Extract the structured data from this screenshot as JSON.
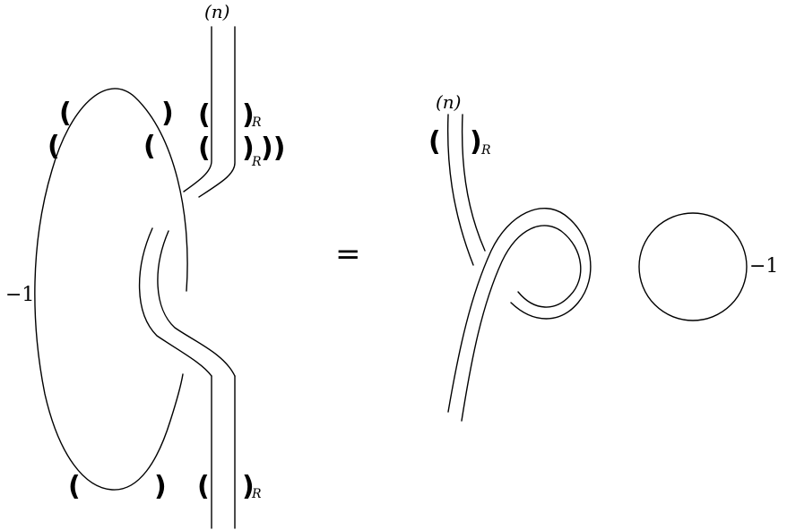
{
  "left_diagram": {
    "top_label": "(n)",
    "framing_label": "−1",
    "parens": {
      "row1_left": "(",
      "row1_right": ")",
      "row1_band_left": "(",
      "row1_band_right": ")",
      "row1_band_sub": "R",
      "row2_left": "(",
      "row2_mid": "(",
      "row2_band_left": "(",
      "row2_band_right": ")",
      "row2_band_sub": "R",
      "row2_tail": "))",
      "bottom_left": "(",
      "bottom_right": ")",
      "bottom_band_left": "(",
      "bottom_band_right": ")",
      "bottom_band_sub": "R"
    }
  },
  "equals": "=",
  "right_diagram": {
    "top_label": "(n)",
    "paren_left": "(",
    "paren_right": ")",
    "paren_sub": "R",
    "circle_label": "−1"
  }
}
